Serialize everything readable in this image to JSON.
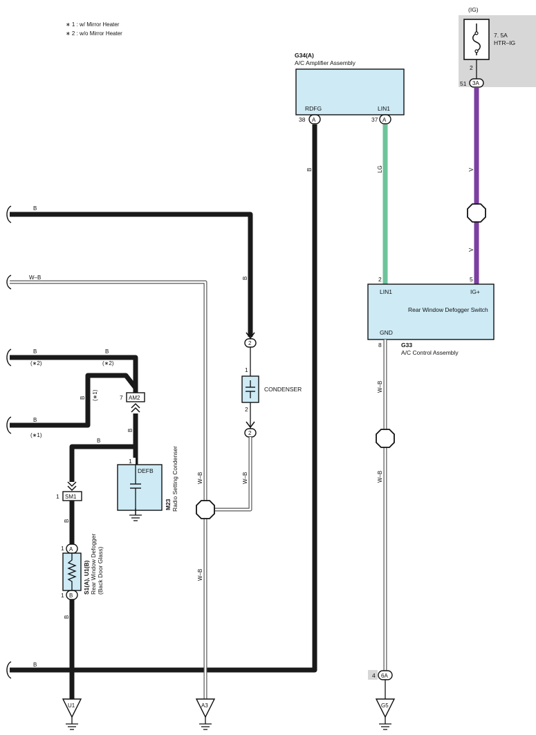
{
  "notes": {
    "note1": "∗ 1 : w/ Mirror Heater",
    "note2": "∗ 2 : w/o Mirror Heater"
  },
  "components": {
    "amplifier": {
      "code": "G34(A)",
      "name": "A/C Amplifier Assembly",
      "pin_left_label": "RDFG",
      "pin_right_label": "LIN1",
      "pin_left_num": "38",
      "pin_right_num": "37",
      "pin_left_conn": "A",
      "pin_right_conn": "A"
    },
    "fuse": {
      "group": "(IG)",
      "rating": "7. 5A",
      "name": "HTR–IG",
      "pin_num": "2",
      "jc_num": "51",
      "jc_conn": "3A"
    },
    "defogger_switch": {
      "code": "G33",
      "assembly": "A/C Control Assembly",
      "title": "Rear Window Defogger Switch",
      "pin_lin1": "LIN1",
      "pin_igplus": "IG+",
      "pin_gnd": "GND",
      "num_lin1": "2",
      "num_igplus": "5",
      "num_gnd": "8"
    },
    "condenser": {
      "label": "CONDENSER",
      "pin_top": "1",
      "pin_bottom": "2",
      "conn_top": "2",
      "conn_bottom": "2"
    },
    "radio_condenser": {
      "code": "M23",
      "name": "Radio Setting Condenser",
      "pin_label": "DEFB",
      "pin_num": "1"
    },
    "am2": {
      "label": "AM2",
      "pin_num": "7"
    },
    "sm1": {
      "label": "SM1",
      "pin_num": "1"
    },
    "defogger": {
      "code": "S1(A), U1(B)",
      "name": "Rear Window Defogger",
      "location": "(Back Door Glass)",
      "pin_a_num": "1",
      "pin_a_conn": "A",
      "pin_b_num": "1",
      "pin_b_conn": "B"
    },
    "ground_jc": {
      "num": "4",
      "conn": "6A"
    }
  },
  "wires": {
    "b": "B",
    "wb": "W–B",
    "lg": "LG",
    "v": "V",
    "star1": "(∗1)",
    "star2": "(∗2)"
  },
  "grounds": {
    "u1": "U1",
    "a3": "A3",
    "g5": "G5"
  },
  "colors": {
    "box_fill": "#cdeaf5",
    "wire_lg": "#6ec49a",
    "wire_v": "#7b3fa0",
    "shade": "#d7d7d7"
  }
}
